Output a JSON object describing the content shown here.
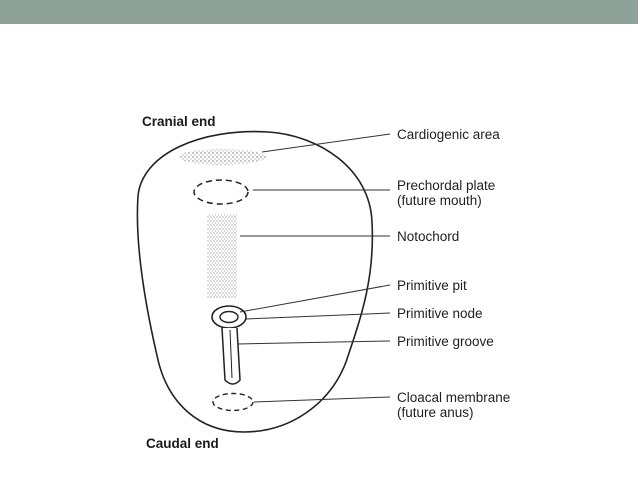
{
  "slide": {
    "header_color": "#8fa299"
  },
  "diagram": {
    "cranial_label": "Cranial end",
    "caudal_label": "Caudal end",
    "labels": {
      "cardiogenic": "Cardiogenic area",
      "prechordal_1": "Prechordal plate",
      "prechordal_2": "(future mouth)",
      "notochord": "Notochord",
      "primitive_pit": "Primitive pit",
      "primitive_node": "Primitive node",
      "primitive_groove": "Primitive groove",
      "cloacal_1": "Cloacal membrane",
      "cloacal_2": "(future anus)"
    }
  }
}
